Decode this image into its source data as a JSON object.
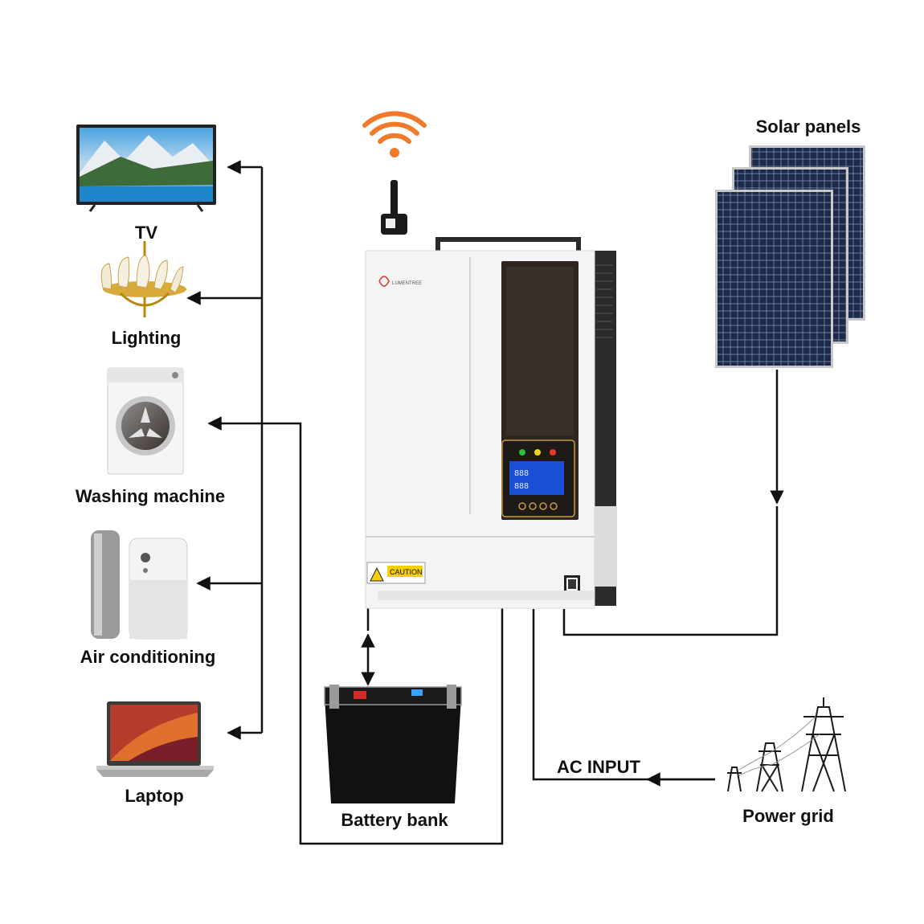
{
  "labels": {
    "tv": "TV",
    "lighting": "Lighting",
    "washing_machine": "Washing machine",
    "air_conditioning": "Air conditioning",
    "laptop": "Laptop",
    "solar_panels": "Solar panels",
    "battery_bank": "Battery bank",
    "ac_input": "AC INPUT",
    "power_grid": "Power grid"
  },
  "inverter": {
    "brand": "LUMENTREE",
    "caution": "CAUTION",
    "lcd_top": "888",
    "lcd_bottom": "888"
  },
  "colors": {
    "wifi": "#f07a2a",
    "line": "#111111",
    "panel_cell": "#1c2a4a",
    "inverter_body": "#f4f4f4",
    "lcd": "#1a4fd8",
    "caution": "#f5d000"
  },
  "icons": [
    "wifi-icon",
    "tv-icon",
    "chandelier-icon",
    "washing-machine-icon",
    "air-purifier-icon",
    "laptop-icon",
    "solar-panel-icon",
    "battery-icon",
    "power-tower-icon"
  ]
}
